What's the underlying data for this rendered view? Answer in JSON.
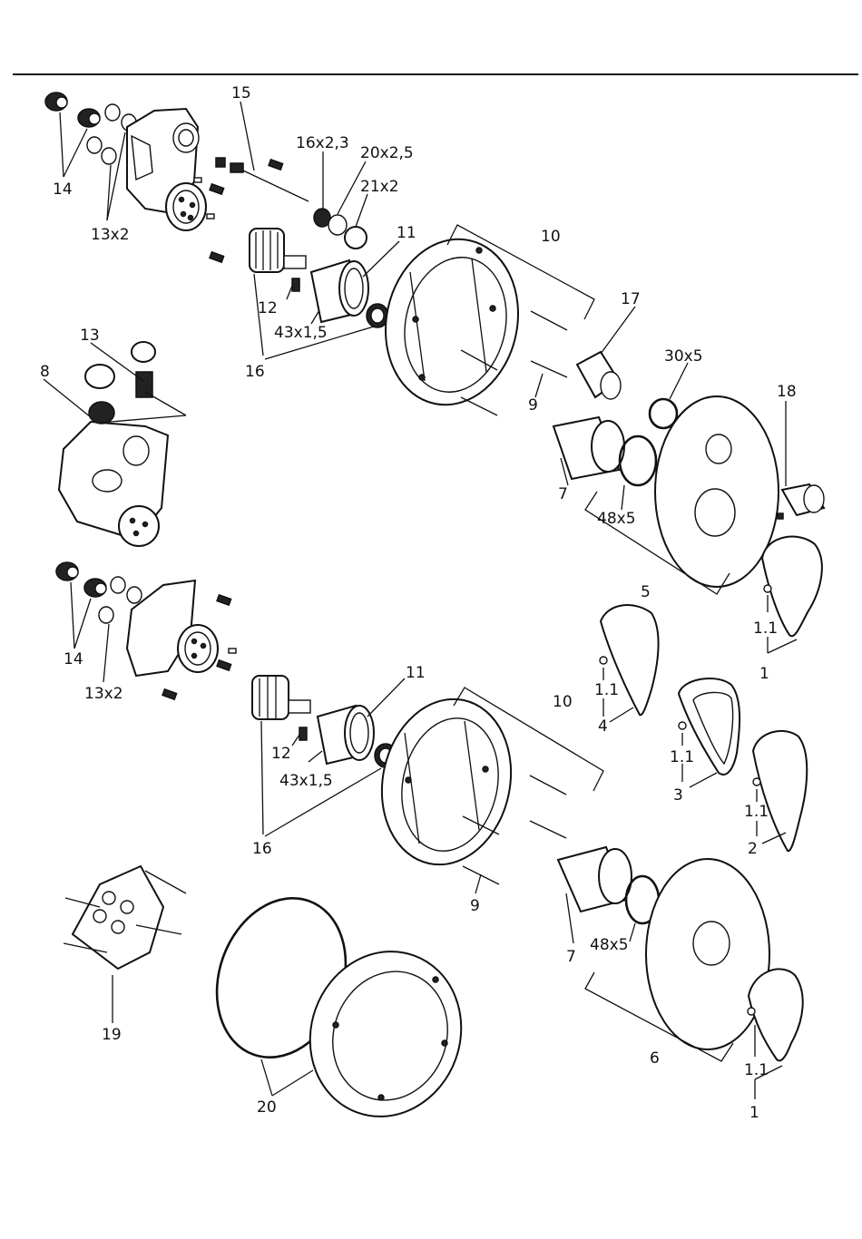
{
  "labels": {
    "l14a": "14",
    "l13x2a": "13x2",
    "l15": "15",
    "l16x23": "16x2,3",
    "l20x25": "20x2,5",
    "l21x2": "21x2",
    "l11a": "11",
    "l10a": "10",
    "l12a": "12",
    "l43a": "43x1,5",
    "l16a": "16",
    "l17": "17",
    "l30x5": "30x5",
    "l9a": "9",
    "l13": "13",
    "l8": "8",
    "l18": "18",
    "l7a": "7",
    "l48a": "48x5",
    "l5": "5",
    "l11l1a": "1.1",
    "l1a": "1",
    "l14b": "14",
    "l13x2b": "13x2",
    "l11b": "11",
    "l10b": "10",
    "l12b": "12",
    "l43b": "43x1,5",
    "l16b": "16",
    "l9b": "9",
    "l11l4": "1.1",
    "l4": "4",
    "l11l3": "1.1",
    "l3": "3",
    "l11l2": "1.1",
    "l2": "2",
    "l7b": "7",
    "l48b": "48x5",
    "l6": "6",
    "l11l1b": "1.1",
    "l1b": "1",
    "l19": "19",
    "l20": "20"
  }
}
